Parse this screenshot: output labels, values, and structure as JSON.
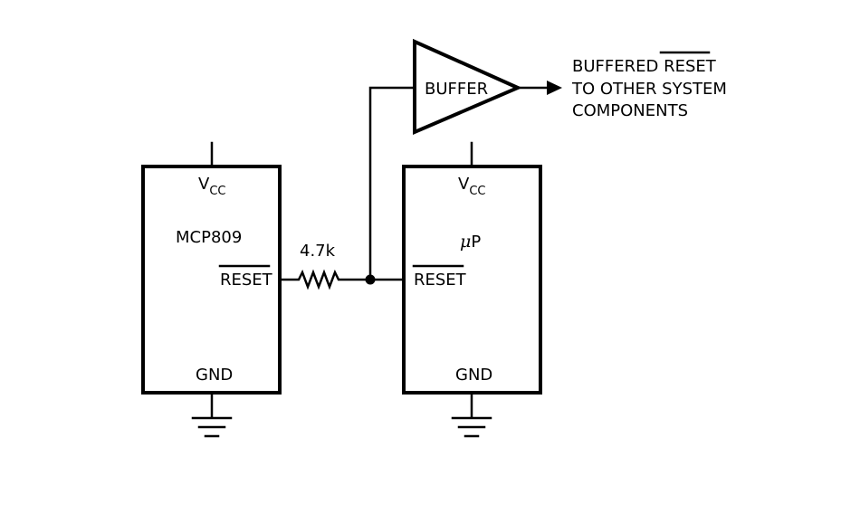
{
  "mcp809": {
    "vcc_main": "V",
    "vcc_sub": "CC",
    "name": "MCP809",
    "reset_label": "RESET",
    "gnd_label": "GND"
  },
  "resistor": {
    "value": "4.7k"
  },
  "processor": {
    "vcc_main": "V",
    "vcc_sub": "CC",
    "mu": "μ",
    "name_rest": "P",
    "reset_label": "RESET",
    "gnd_label": "GND"
  },
  "buffer": {
    "label": "BUFFER"
  },
  "output": {
    "line1_prefix": "BUFFERED ",
    "line1_overlined": "RESET",
    "line2": "TO OTHER SYSTEM",
    "line3": "COMPONENTS"
  }
}
